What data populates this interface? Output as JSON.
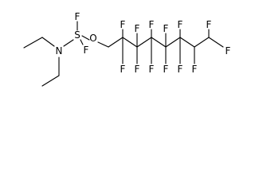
{
  "molecule": {
    "atoms": {
      "n": "N",
      "s": "S",
      "f_s_top": "F",
      "f_s_right": "F",
      "o": "O",
      "c2_f1": "F",
      "c2_f2": "F",
      "c3_f1": "F",
      "c3_f2": "F",
      "c4_f1": "F",
      "c4_f2": "F",
      "c5_f1": "F",
      "c5_f2": "F",
      "c6_f1": "F",
      "c6_f2": "F",
      "c7_f1": "F",
      "c7_f2": "F"
    }
  }
}
